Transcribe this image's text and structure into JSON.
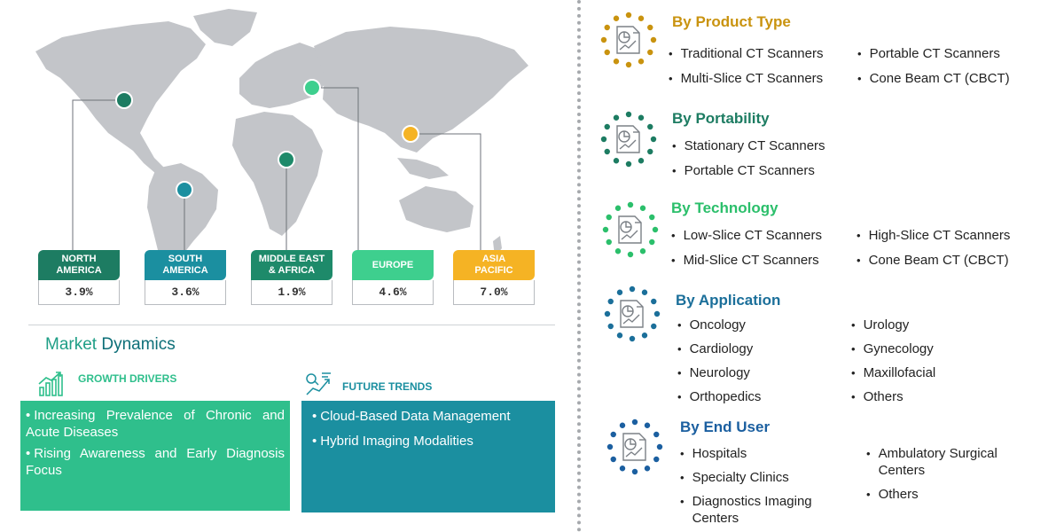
{
  "regions": [
    {
      "name": "NORTH AMERICA",
      "line1": "NORTH",
      "line2": "AMERICA",
      "value": "3.9%",
      "color": "#1d7c62"
    },
    {
      "name": "SOUTH AMERICA",
      "line1": "SOUTH",
      "line2": "AMERICA",
      "value": "3.6%",
      "color": "#1b8fa0"
    },
    {
      "name": "MIDDLE EAST & AFRICA",
      "line1": "MIDDLE EAST",
      "line2": "& AFRICA",
      "value": "1.9%",
      "color": "#1e8a6a"
    },
    {
      "name": "EUROPE",
      "line1": "EUROPE",
      "line2": "",
      "value": "4.6%",
      "color": "#3ecf8e"
    },
    {
      "name": "ASIA PACIFIC",
      "line1": "ASIA",
      "line2": "PACIFIC",
      "value": "7.0%",
      "color": "#f5b324"
    }
  ],
  "market_dynamics": {
    "title_part1": "Market",
    "title_part2": "Dynamics",
    "growth_drivers": {
      "heading": "GROWTH DRIVERS",
      "color": "#2fbf8c",
      "items": [
        "Increasing Prevalence of Chronic and Acute Diseases",
        "Rising Awareness and Early Diagnosis Focus"
      ]
    },
    "future_trends": {
      "heading": "FUTURE TRENDS",
      "color": "#1b8fa0",
      "items": [
        "Cloud-Based Data Management",
        "Hybrid Imaging Modalities"
      ]
    }
  },
  "segments": [
    {
      "title": "By Product Type",
      "color": "#c9930f",
      "items": [
        "Traditional CT Scanners",
        "Portable CT Scanners",
        "Multi-Slice CT Scanners",
        "Cone Beam CT (CBCT)"
      ]
    },
    {
      "title": "By Portability",
      "color": "#1d7c62",
      "items": [
        "Stationary CT Scanners",
        "Portable CT Scanners"
      ]
    },
    {
      "title": "By Technology",
      "color": "#2bbf6b",
      "items": [
        "Low-Slice CT Scanners",
        "High-Slice CT Scanners",
        "Mid-Slice CT Scanners",
        "Cone Beam CT (CBCT)"
      ]
    },
    {
      "title": "By Application",
      "color": "#1b6f9a",
      "items": [
        "Oncology",
        "Urology",
        "Cardiology",
        "Gynecology",
        "Neurology",
        "Maxillofacial",
        "Orthopedics",
        "Others"
      ]
    },
    {
      "title": "By End User",
      "color": "#1b5fa0",
      "items": [
        "Hospitals",
        "Ambulatory Surgical Centers",
        "Specialty Clinics",
        "Others",
        "Diagnostics Imaging Centers"
      ]
    }
  ]
}
